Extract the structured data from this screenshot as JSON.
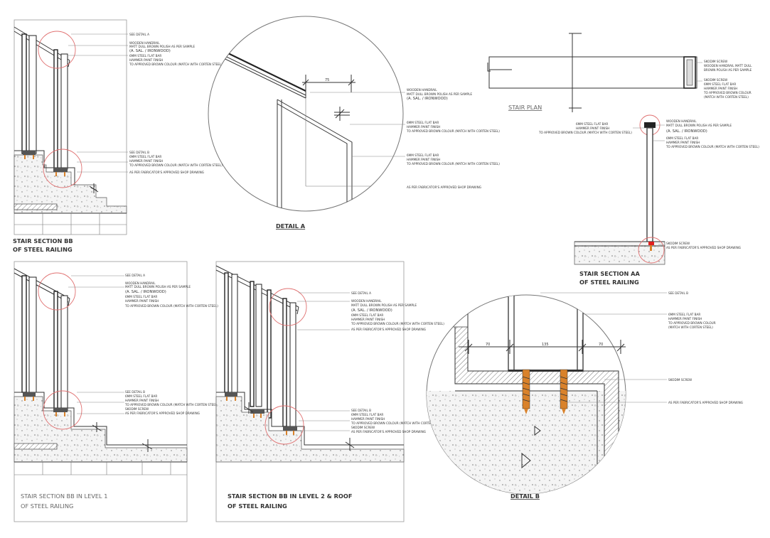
{
  "titles": {
    "bb_line1": "STAIR SECTION BB",
    "bb_line2": "OF STEEL RAILING",
    "detail_a": "DETAIL A",
    "stair_plan": "STAIR PLAN",
    "aa_line1": "STAIR SECTION AA",
    "aa_line2": "OF STEEL RAILING",
    "bb1_line1": "STAIR SECTION BB IN LEVEL 1",
    "bb1_line2": "OF STEEL RAILING",
    "bb2_line1": "STAIR SECTION BB IN LEVEL 2 & ROOF",
    "bb2_line2": "OF STEEL RAILING",
    "detail_b": "DETAIL B"
  },
  "notes": {
    "see_detail_a": "SEE DETAIL A",
    "see_detail_b": "SEE DETAIL B",
    "handrail_1": "WOODEN HANDRAIL",
    "handrail_2": "MATT DULL BROWN POLISH AS PER SAMPLE",
    "handrail_3": "(A. SAL. / IRONWOOD)",
    "flatbar_1": "6MM STEEL FLAT BAR",
    "flatbar_2": "HAMMER PAINT FINISH",
    "flatbar_3": "TO APPROVED BROWN COLOUR (MATCH WITH CORTEN STEEL)",
    "shop_drawing": "AS PER FABRICATOR'S APPROVED SHOP DRAWING",
    "screed": "SKODIM SCREW",
    "plan_screw": "SKODIM SCREW",
    "plan_1": "WOODEN HANDRAIL MATT DULL",
    "plan_2": "BROWN POLISH AS PER SAMPLE",
    "plan_3": "6MM STEEL FLAT BAR",
    "plan_4": "HAMMER PAINT FINISH",
    "plan_5": "TO APPROVED BROWN COLOUR",
    "plan_6": "(MATCH WITH CORTEN STEEL)",
    "aa_1": "WOODEN HANDRAIL",
    "aa_2": "MATT DULL BROWN POLISH AS PER SAMPLE",
    "aa_3": "(A. SAL. / IRONWOOD)",
    "aa_4": "6MM STEEL FLAT BAR",
    "aa_5": "HAMMER PAINT FINISH",
    "aa_6": "TO APPROVED BROWN COLOUR",
    "aa_7": "TO APPROVED BROWN COLOUR (MATCH WITH CORTEN STEEL)",
    "aa_8": "6MM STEEL FLAT BAR",
    "db_1": "6MM STEEL FLAT BAR",
    "db_2": "HAMMER PAINT FINISH",
    "db_3": "TO APPROVED BROWN COLOUR",
    "db_4": "(MATCH WITH CORTEN STEEL)"
  },
  "dims": {
    "a_75": "75",
    "b_70_left": "70",
    "b_135": "135",
    "b_70_right": "70"
  },
  "colors": {
    "ink": "#333333",
    "highlight_circle": "#e07070",
    "anchor": "#d9822b",
    "marker": "#e02020"
  }
}
